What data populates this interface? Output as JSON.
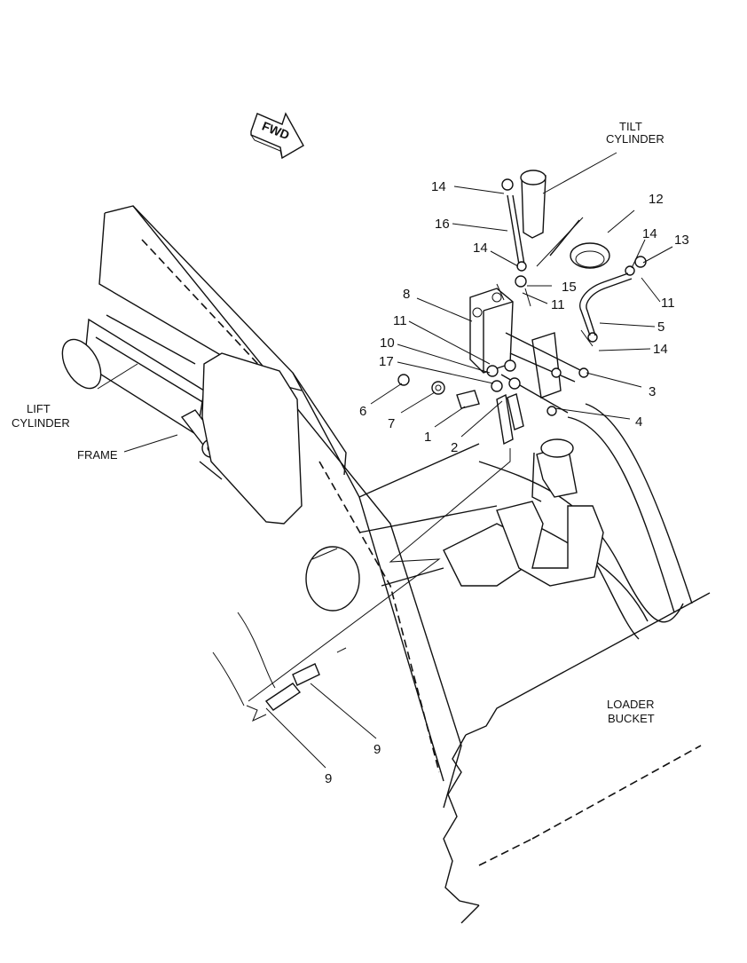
{
  "labels": {
    "fwd": "FWD",
    "tilt_cylinder_line1": "TILT",
    "tilt_cylinder_line2": "CYLINDER",
    "lift_cylinder_line1": "LIFT",
    "lift_cylinder_line2": "CYLINDER",
    "frame": "FRAME",
    "loader_bucket_line1": "LOADER",
    "loader_bucket_line2": "BUCKET"
  },
  "callouts": [
    {
      "id": "c14a",
      "text": "14"
    },
    {
      "id": "c16",
      "text": "16"
    },
    {
      "id": "c12",
      "text": "12"
    },
    {
      "id": "c14b",
      "text": "14"
    },
    {
      "id": "c13",
      "text": "13"
    },
    {
      "id": "c14c",
      "text": "14"
    },
    {
      "id": "c15",
      "text": "15"
    },
    {
      "id": "c11a",
      "text": "11"
    },
    {
      "id": "c11b",
      "text": "11"
    },
    {
      "id": "c8",
      "text": "8"
    },
    {
      "id": "c5",
      "text": "5"
    },
    {
      "id": "c11c",
      "text": "11"
    },
    {
      "id": "c14d",
      "text": "14"
    },
    {
      "id": "c10",
      "text": "10"
    },
    {
      "id": "c17",
      "text": "17"
    },
    {
      "id": "c3",
      "text": "3"
    },
    {
      "id": "c6",
      "text": "6"
    },
    {
      "id": "c7",
      "text": "7"
    },
    {
      "id": "c4",
      "text": "4"
    },
    {
      "id": "c1",
      "text": "1"
    },
    {
      "id": "c2",
      "text": "2"
    },
    {
      "id": "c9a",
      "text": "9"
    },
    {
      "id": "c9b",
      "text": "9"
    }
  ]
}
